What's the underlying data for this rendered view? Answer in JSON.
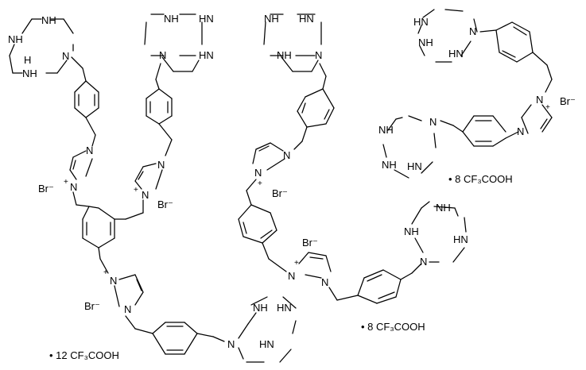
{
  "labels": {
    "nh": "NH",
    "hn": "HN",
    "n": "N",
    "h": "H",
    "plus": "+",
    "bromide": "Br⁻",
    "salt_12": "• 12 CF₃COOH",
    "salt_8": "• 8 CF₃COOH"
  },
  "colors": {
    "ink": "#000000",
    "background": "#ffffff"
  }
}
